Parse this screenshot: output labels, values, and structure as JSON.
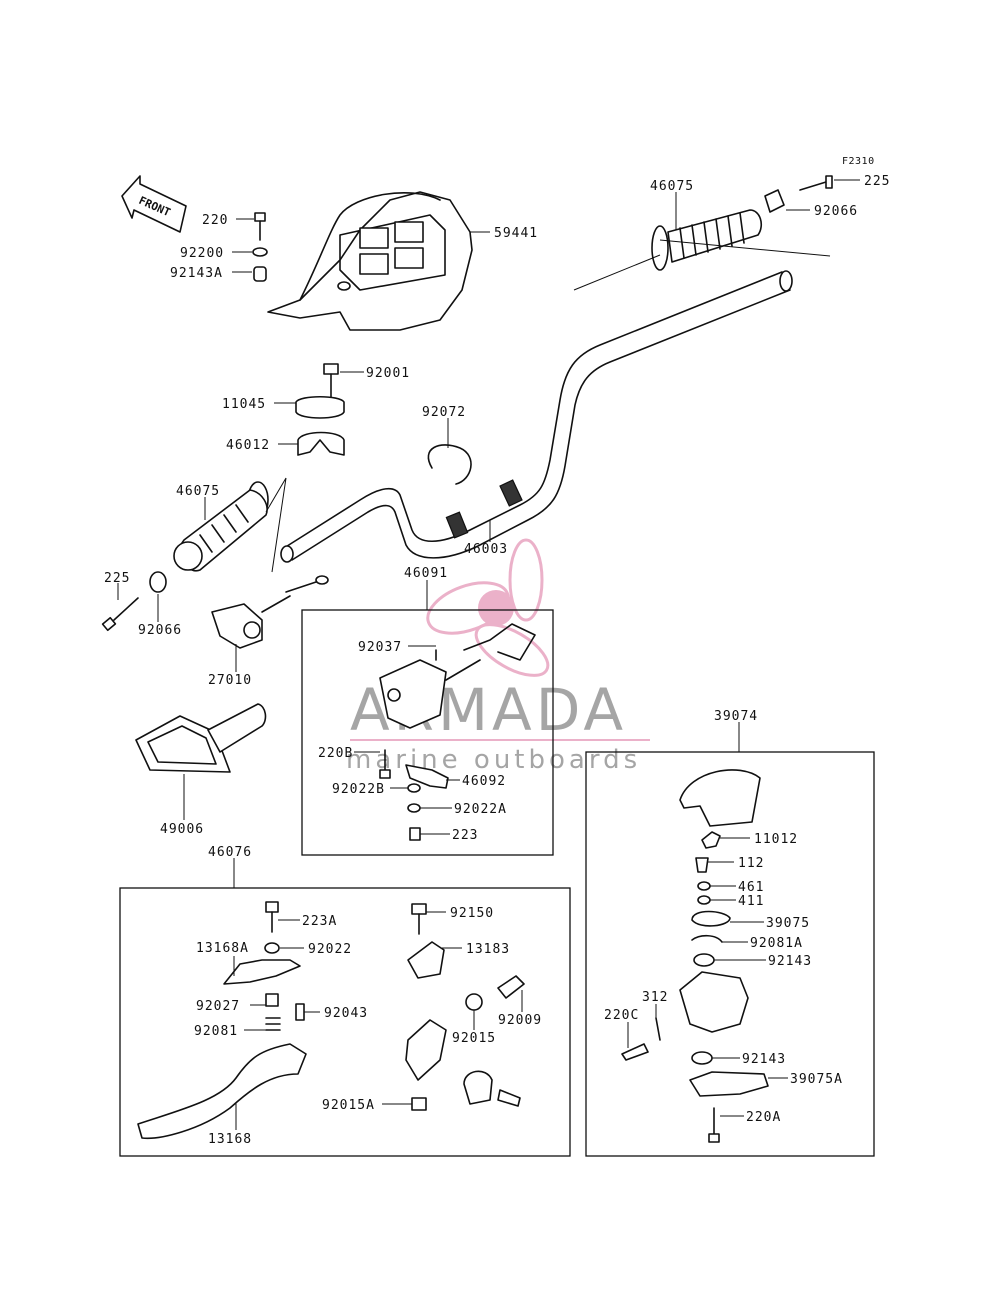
{
  "figure_code": "F2310",
  "front_label": "FRONT",
  "watermark": {
    "title": "ARMADA",
    "subtitle": "marine outboards",
    "color": "#e9a9c4"
  },
  "group_labels": {
    "switch_assembly": "46091",
    "lever_assembly": "46076",
    "master_cylinder": "39074"
  },
  "parts": {
    "p220_top": "220",
    "p92200": "92200",
    "p92143A": "92143A",
    "p59441": "59441",
    "p92001": "92001",
    "p11045": "11045",
    "p46012": "46012",
    "p92072": "92072",
    "p46075_right": "46075",
    "p225_right": "225",
    "p92066_right": "92066",
    "p46075_left": "46075",
    "p225_left": "225",
    "p92066_left": "92066",
    "p46003": "46003",
    "p27010": "27010",
    "p49006": "49006",
    "p92037": "92037",
    "p220B": "220B",
    "p46092": "46092",
    "p92022B": "92022B",
    "p92022A": "92022A",
    "p223": "223",
    "p223A": "223A",
    "p13168A": "13168A",
    "p92022": "92022",
    "p92027": "92027",
    "p92043": "92043",
    "p92081": "92081",
    "p13168": "13168",
    "p92150": "92150",
    "p13183": "13183",
    "p92015": "92015",
    "p92009": "92009",
    "p92015A": "92015A",
    "p11012": "11012",
    "p112": "112",
    "p461": "461",
    "p411": "411",
    "p39075": "39075",
    "p92081A": "92081A",
    "p92143_top": "92143",
    "p312": "312",
    "p220C": "220C",
    "p92143_bottom": "92143",
    "p39075A": "39075A",
    "p220A": "220A"
  }
}
